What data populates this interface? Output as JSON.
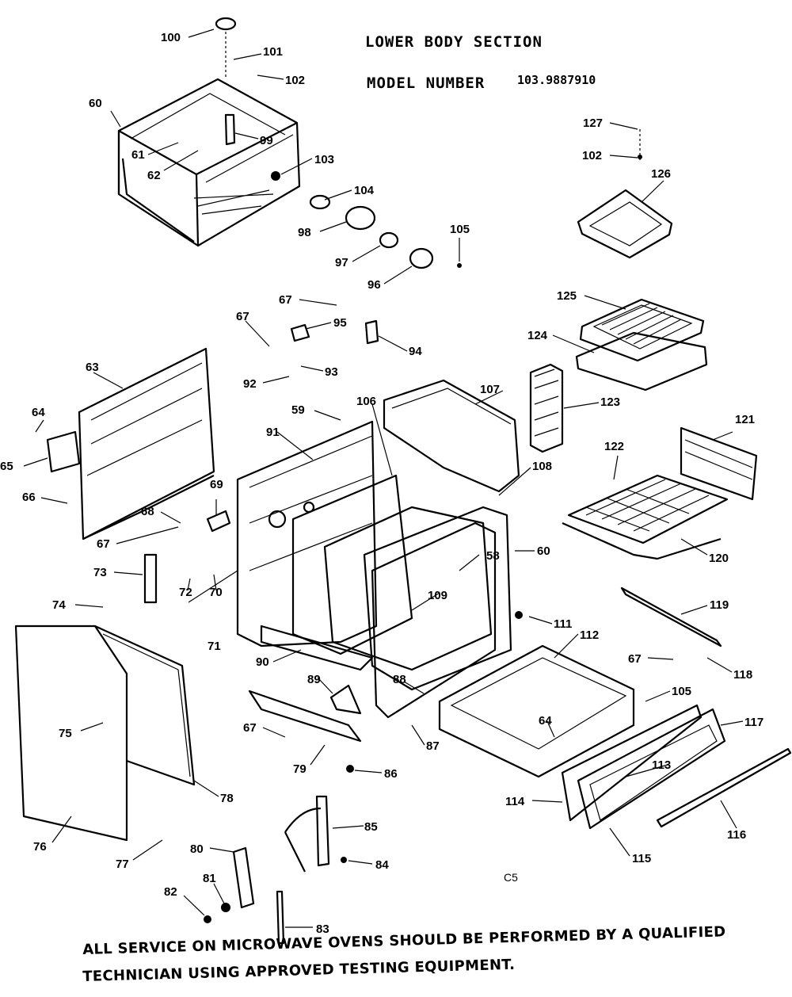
{
  "header": {
    "title": "LOWER BODY SECTION",
    "model_label": "MODEL NUMBER",
    "model_number": "103.9887910"
  },
  "page_code": "C5",
  "footer": {
    "line1": "ALL SERVICE ON MICROWAVE OVENS SHOULD BE PERFORMED BY A QUALIFIED",
    "line2": "TECHNICIAN USING APPROVED TESTING EQUIPMENT."
  },
  "callouts": {
    "c100": "100",
    "c101": "101",
    "c102a": "102",
    "c60a": "60",
    "c99": "99",
    "c61": "61",
    "c62": "62",
    "c103": "103",
    "c104": "104",
    "c98": "98",
    "c105a": "105",
    "c97": "97",
    "c96": "96",
    "c127": "127",
    "c102b": "102",
    "c126": "126",
    "c125": "125",
    "c124": "124",
    "c67a": "67",
    "c95": "95",
    "c67b": "67",
    "c94": "94",
    "c93": "93",
    "c92": "92",
    "c63": "63",
    "c106": "106",
    "c107": "107",
    "c123": "123",
    "c59": "59",
    "c64a": "64",
    "c65": "65",
    "c91": "91",
    "c121": "121",
    "c122": "122",
    "c66": "66",
    "c108": "108",
    "c69": "69",
    "c68": "68",
    "c67c": "67",
    "c58": "58",
    "c60b": "60",
    "c120": "120",
    "c73": "73",
    "c72": "72",
    "c70": "70",
    "c109": "109",
    "c74": "74",
    "c119": "119",
    "c111": "111",
    "c71": "71",
    "c112": "112",
    "c67d": "67",
    "c118": "118",
    "c90": "90",
    "c88": "88",
    "c89": "89",
    "c105b": "105",
    "c75": "75",
    "c67e": "67",
    "c117": "117",
    "c64b": "64",
    "c87": "87",
    "c113": "113",
    "c79": "79",
    "c86": "86",
    "c78": "78",
    "c114": "114",
    "c116": "116",
    "c85": "85",
    "c76": "76",
    "c80": "80",
    "c115": "115",
    "c77": "77",
    "c84": "84",
    "c81": "81",
    "c82": "82",
    "c83": "83"
  }
}
